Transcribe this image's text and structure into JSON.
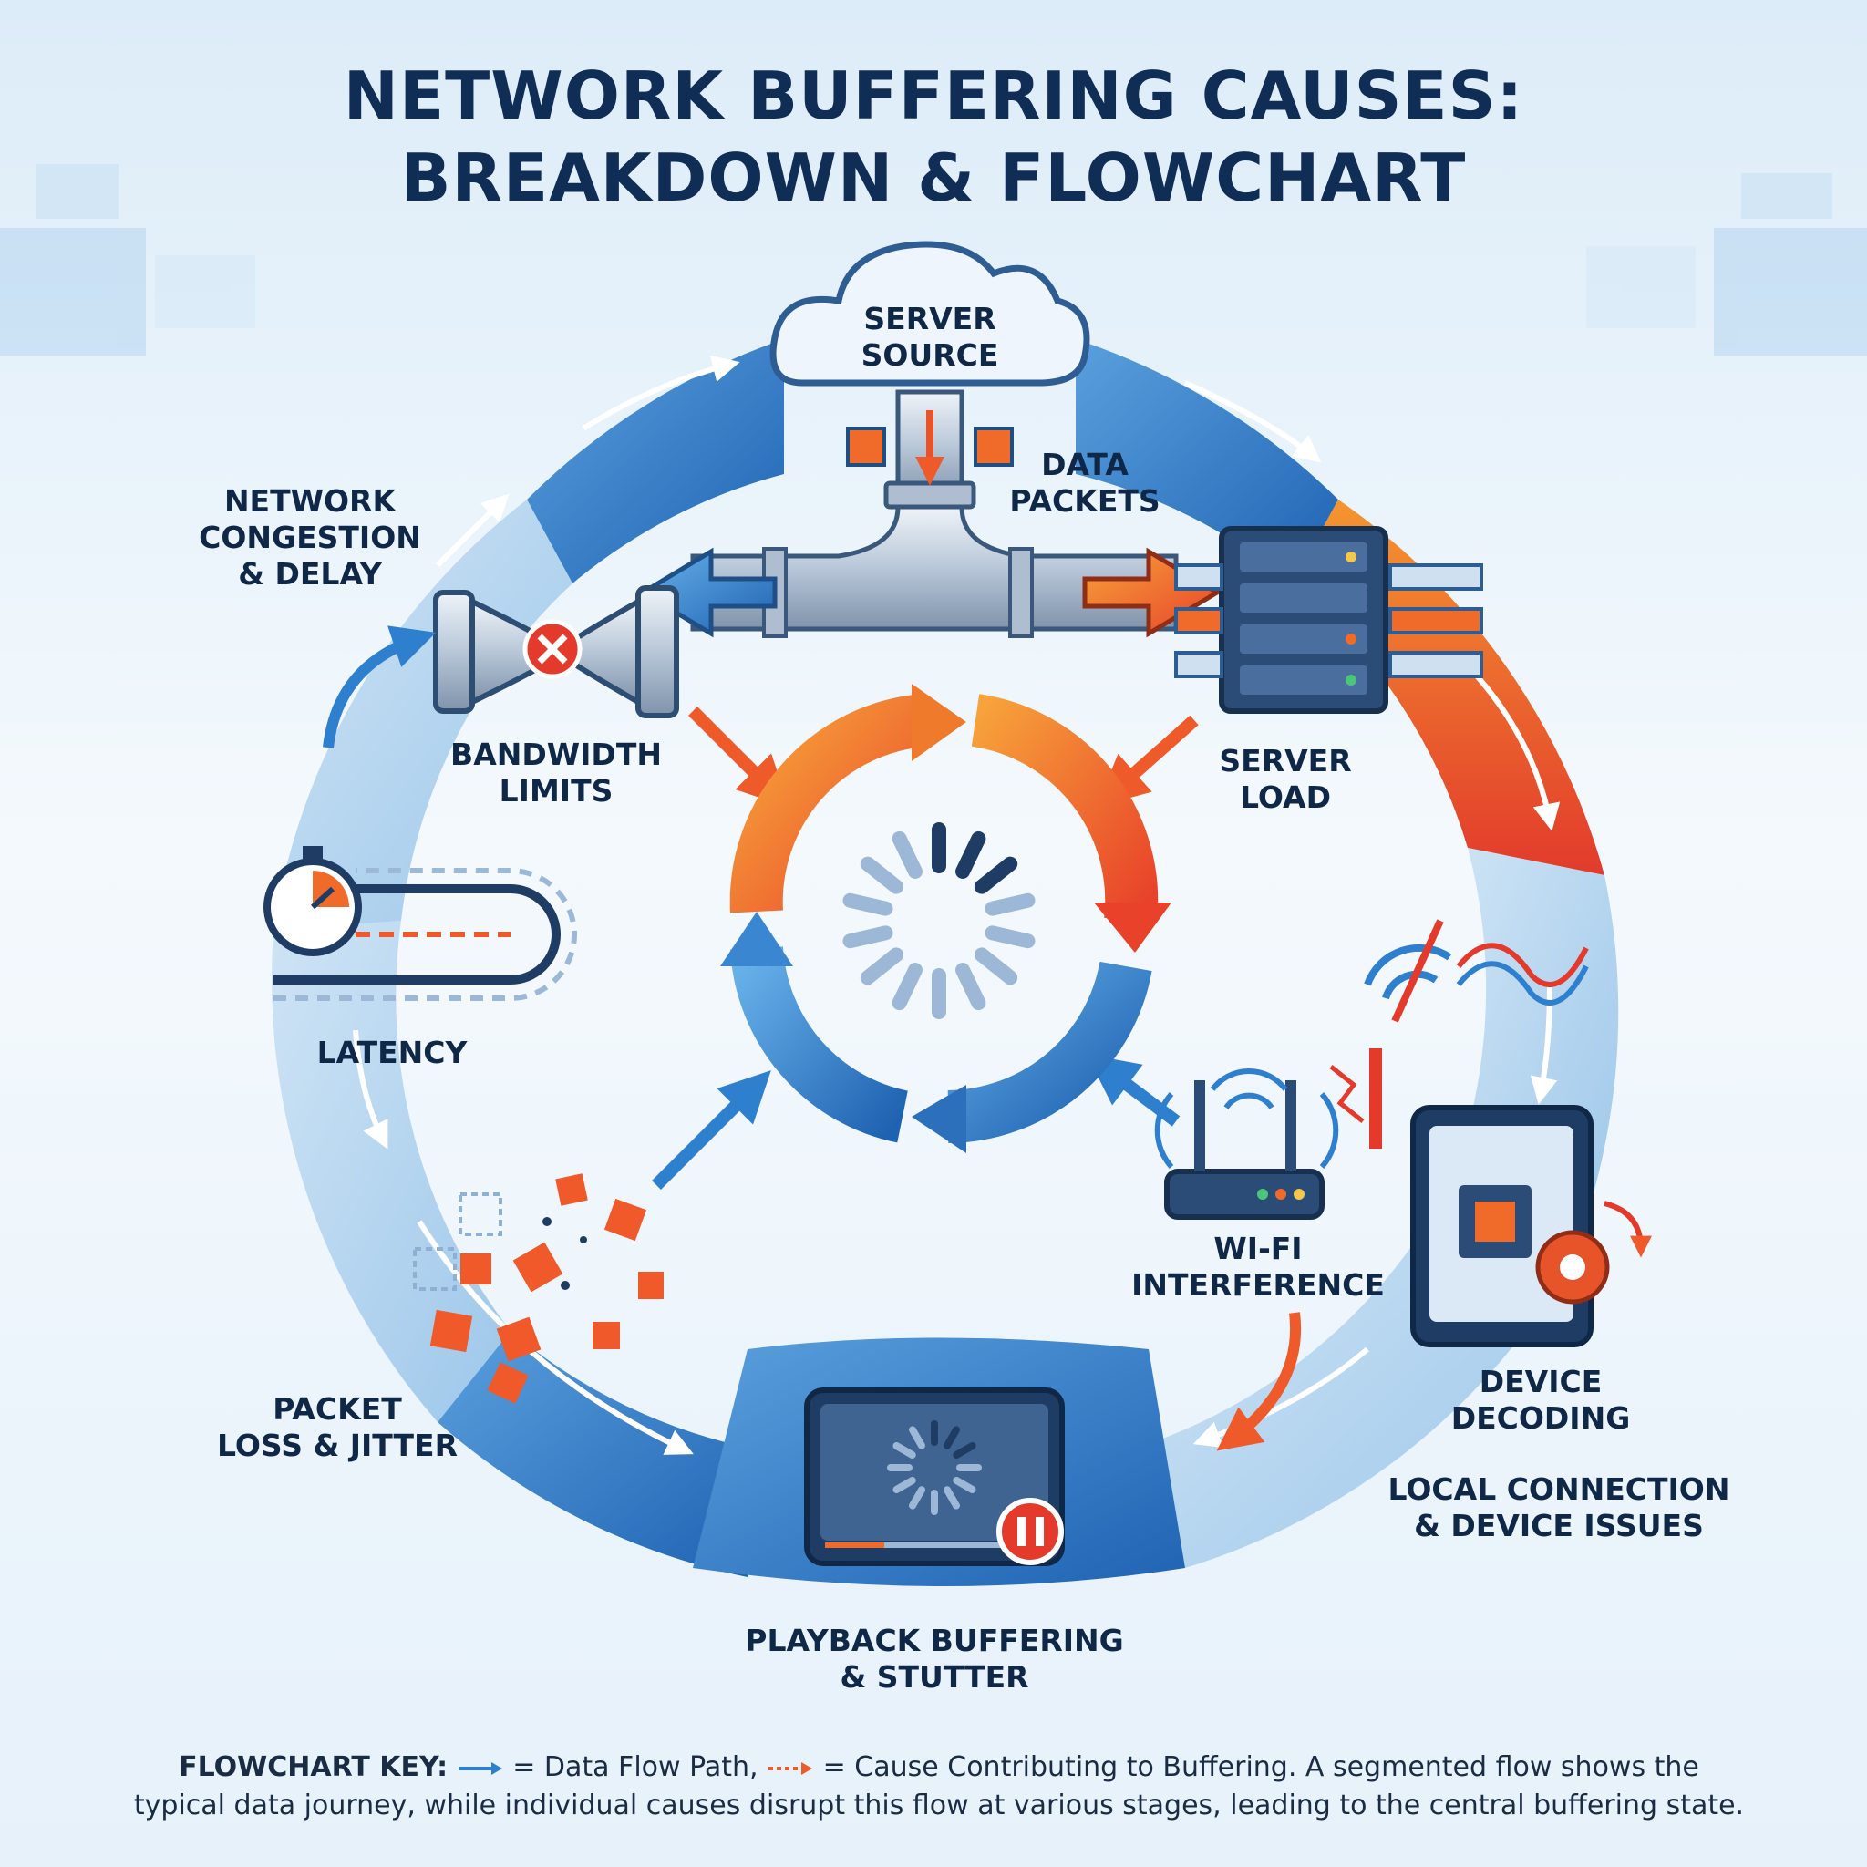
{
  "title": {
    "line1": "NETWORK BUFFERING CAUSES:",
    "line2": "BREAKDOWN & FLOWCHART"
  },
  "nodes": {
    "server_source": [
      "SERVER",
      "SOURCE"
    ],
    "data_packets": [
      "DATA",
      "PACKETS"
    ],
    "network_congestion": [
      "NETWORK",
      "CONGESTION",
      "& DELAY"
    ],
    "bandwidth_limits": [
      "BANDWIDTH",
      "LIMITS"
    ],
    "server_load": [
      "SERVER",
      "LOAD"
    ],
    "latency": [
      "LATENCY"
    ],
    "wifi_interference": [
      "WI-FI",
      "INTERFERENCE"
    ],
    "device_decoding": [
      "DEVICE",
      "DECODING"
    ],
    "local_connection": [
      "LOCAL CONNECTION",
      "& DEVICE ISSUES"
    ],
    "packet_loss": [
      "PACKET",
      "LOSS & JITTER"
    ],
    "playback_buffering": [
      "PLAYBACK BUFFERING",
      "& STUTTER"
    ]
  },
  "key": {
    "label": "FLOWCHART KEY:",
    "data_flow": "= Data Flow Path,",
    "cause": "= Cause Contributing to Buffering. A segmented flow shows the",
    "line2": "typical data journey, while individual causes disrupt this flow at various stages, leading to the central buffering state."
  },
  "colors": {
    "title": "#0f2d55",
    "flow_blue": "#2f7fcf",
    "flow_light": "#a9d0ef",
    "cause_orange": "#f0642a",
    "cause_red": "#e23b2c"
  }
}
